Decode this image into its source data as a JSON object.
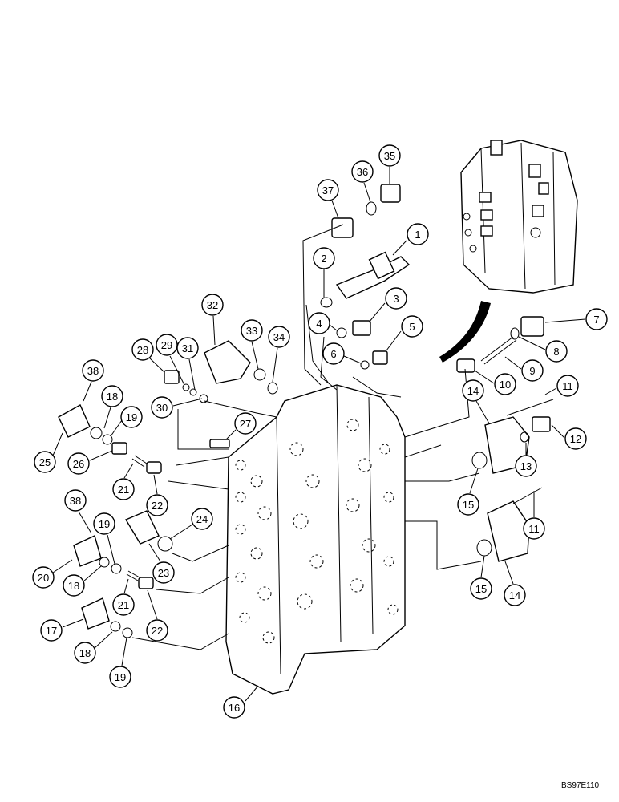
{
  "drawing_code": "BS97E110",
  "callouts": [
    {
      "label": "1"
    },
    {
      "label": "2"
    },
    {
      "label": "3"
    },
    {
      "label": "4"
    },
    {
      "label": "5"
    },
    {
      "label": "6"
    },
    {
      "label": "7"
    },
    {
      "label": "8"
    },
    {
      "label": "9"
    },
    {
      "label": "10"
    },
    {
      "label": "11"
    },
    {
      "label": "11"
    },
    {
      "label": "12"
    },
    {
      "label": "13"
    },
    {
      "label": "14"
    },
    {
      "label": "14"
    },
    {
      "label": "15"
    },
    {
      "label": "15"
    },
    {
      "label": "16"
    },
    {
      "label": "17"
    },
    {
      "label": "18"
    },
    {
      "label": "18"
    },
    {
      "label": "18"
    },
    {
      "label": "19"
    },
    {
      "label": "19"
    },
    {
      "label": "19"
    },
    {
      "label": "20"
    },
    {
      "label": "21"
    },
    {
      "label": "21"
    },
    {
      "label": "22"
    },
    {
      "label": "22"
    },
    {
      "label": "23"
    },
    {
      "label": "24"
    },
    {
      "label": "25"
    },
    {
      "label": "26"
    },
    {
      "label": "27"
    },
    {
      "label": "28"
    },
    {
      "label": "29"
    },
    {
      "label": "30"
    },
    {
      "label": "31"
    },
    {
      "label": "32"
    },
    {
      "label": "33"
    },
    {
      "label": "34"
    },
    {
      "label": "35"
    },
    {
      "label": "36"
    },
    {
      "label": "37"
    },
    {
      "label": "38"
    },
    {
      "label": "38"
    }
  ]
}
